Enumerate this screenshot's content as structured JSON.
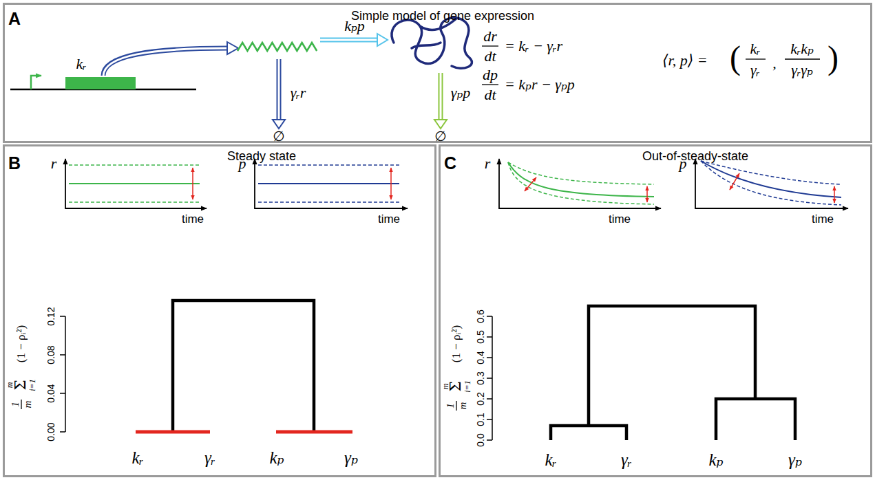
{
  "diagram": {
    "nodes": [
      {
        "text": [
          "A",
          "Simple model of gene expression"
        ]
      },
      {
        "text": [
          "B",
          "Steady state"
        ]
      },
      {
        "text": [
          "C",
          "Out-of-steady-state"
        ]
      }
    ],
    "labels": [
      "kᵣ",
      "kₚp",
      "γᵣr",
      "γₚp",
      "∅",
      "∅",
      "dr",
      "dt",
      "= kᵣ − γᵣr",
      "dp",
      "dt",
      "= kₚr − γₚp",
      "⟨r, p⟩ =",
      "(",
      "kᵣ",
      "γᵣ",
      ",",
      "kᵣkₚ",
      "γᵣγₚ",
      ")",
      "r",
      "time",
      "p",
      "time",
      "0.00",
      "0.04",
      "0.08",
      "0.12",
      "1",
      "m",
      "m",
      "Σ",
      "i=1",
      "(1 − ρᵢ²)",
      "kᵣ",
      "γᵣ",
      "kₚ",
      "γₚ",
      "r",
      "time",
      "p",
      "time",
      "0.0",
      "0.1",
      "0.2",
      "0.3",
      "0.4",
      "0.5",
      "0.6",
      "1",
      "m",
      "m",
      "Σ",
      "i=1",
      "(1 − ρᵢ²)",
      "kᵣ",
      "γᵣ",
      "kₚ",
      "γₚ"
    ]
  }
}
